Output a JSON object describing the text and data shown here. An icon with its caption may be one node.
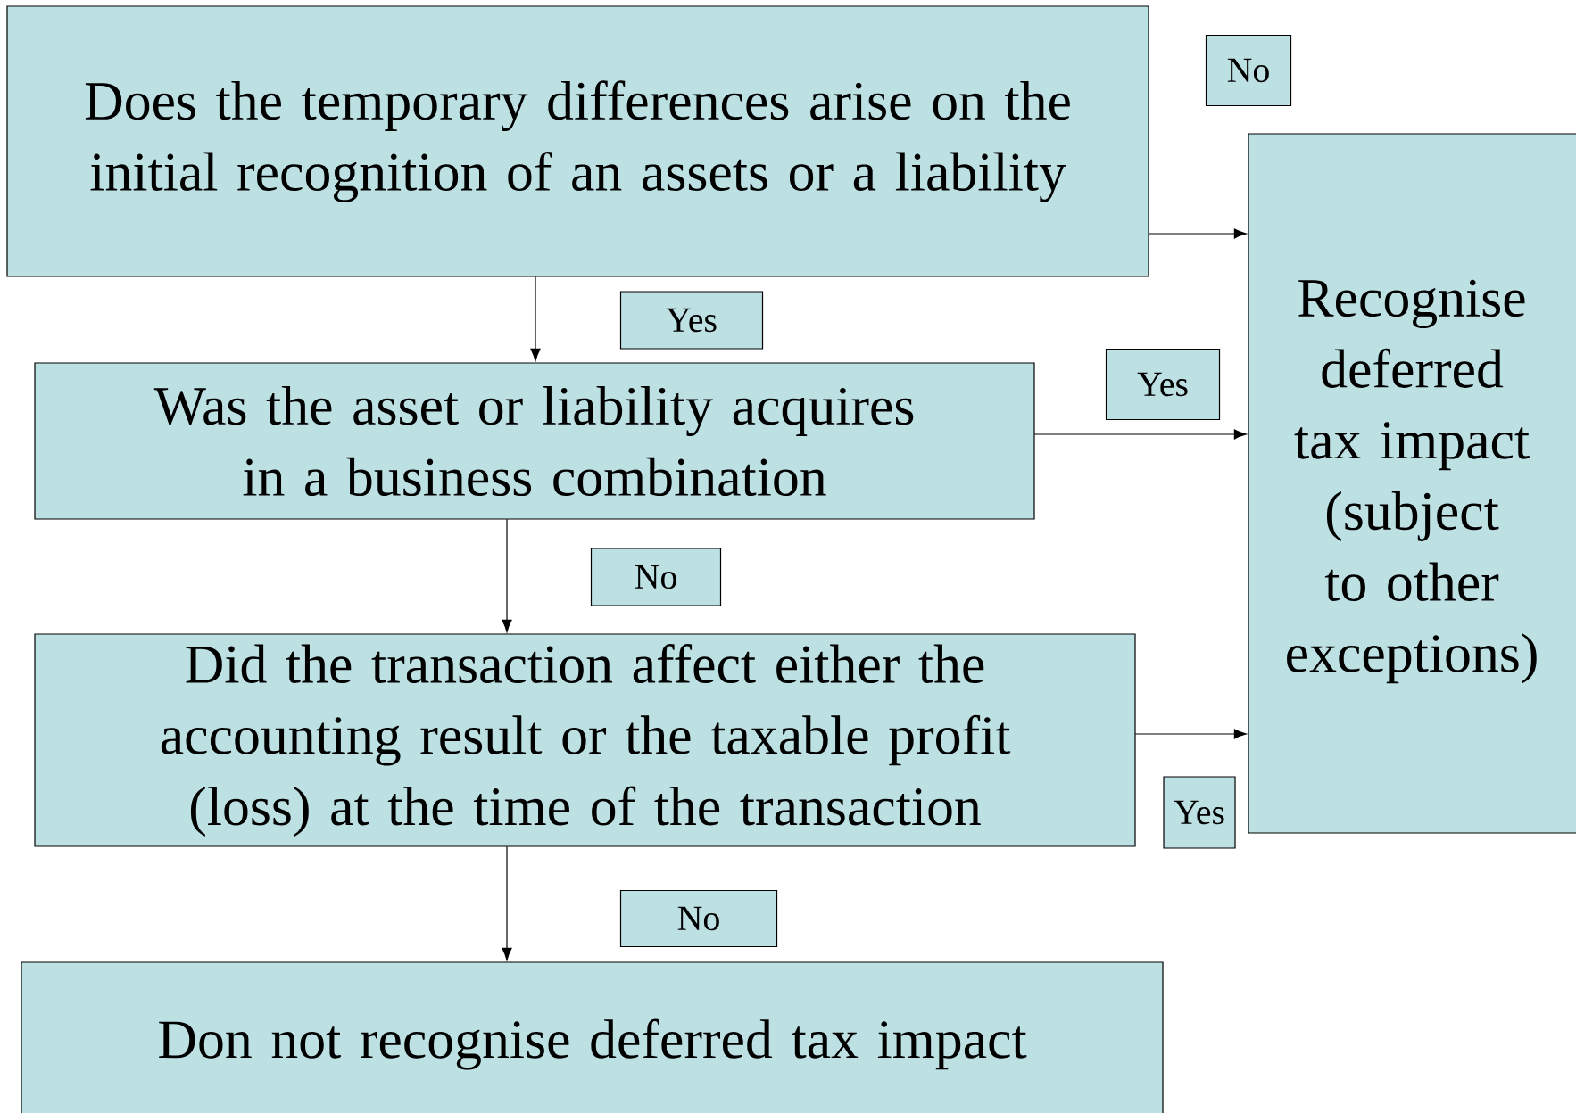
{
  "diagram": {
    "nodes": [
      {
        "text": [
          "Does the temporary differences arise on the initial recognition of an assets or a liability"
        ]
      },
      {
        "text": [
          "Was the asset or liability acquires in a business combination"
        ]
      },
      {
        "text": [
          "Did the transaction affect either the accounting result or the taxable profit (loss) at the time of the transaction"
        ]
      },
      {
        "text": [
          "Don not recognise deferred tax impact"
        ]
      },
      {
        "text": [
          "Recognise deferred tax impact (subject to other exceptions)"
        ]
      }
    ],
    "edges": [
      {
        "from": 0,
        "to": 4,
        "arrow": "to",
        "label": "No"
      },
      {
        "from": 0,
        "to": 1,
        "arrow": "to",
        "label": "Yes"
      },
      {
        "from": 1,
        "to": 4,
        "arrow": "to",
        "label": "Yes"
      },
      {
        "from": 1,
        "to": 2,
        "arrow": "to",
        "label": "No"
      },
      {
        "from": 2,
        "to": 4,
        "arrow": "to",
        "label": "Yes"
      },
      {
        "from": 2,
        "to": 3,
        "arrow": "to",
        "label": "No"
      }
    ]
  }
}
